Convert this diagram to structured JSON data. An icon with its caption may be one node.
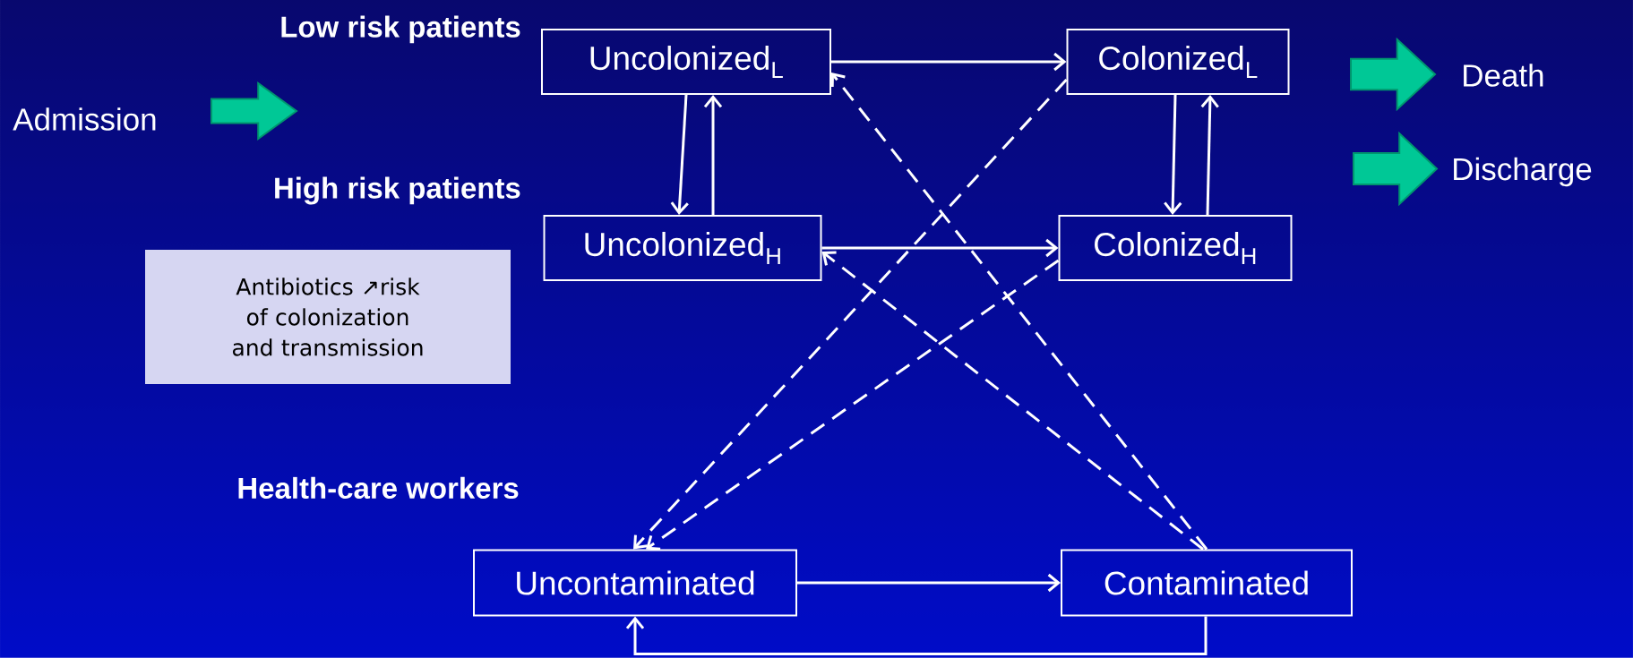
{
  "diagram": {
    "nodes": [
      {
        "text": [
          "Uncolonized$_{L}$"
        ]
      },
      {
        "text": [
          "Colonized$_{L}$"
        ]
      },
      {
        "text": [
          "Uncolonized$_{H}$"
        ]
      },
      {
        "text": [
          "Colonized$_{H}$"
        ]
      },
      {
        "text": [
          "Uncontaminated"
        ]
      },
      {
        "text": [
          "Contaminated"
        ]
      },
      {
        "text": [
          "Antibiotics ↗risk of colonization and transmission"
        ]
      }
    ],
    "edges": [
      {
        "from": 0,
        "to": 1,
        "arrow": "to"
      },
      {
        "from": 0,
        "to": 2,
        "arrow": "to"
      },
      {
        "from": 2,
        "to": 0,
        "arrow": "to"
      },
      {
        "from": 1,
        "to": 3,
        "arrow": "to"
      },
      {
        "from": 3,
        "to": 1,
        "arrow": "to"
      },
      {
        "from": 2,
        "to": 3,
        "arrow": "to"
      },
      {
        "from": 4,
        "to": 5,
        "arrow": "to"
      },
      {
        "from": 5,
        "to": 4,
        "arrow": "to"
      },
      {
        "from": 5,
        "to": 0,
        "arrow": "to",
        "style": "dashed"
      },
      {
        "from": 5,
        "to": 2,
        "arrow": "to",
        "style": "dashed"
      },
      {
        "from": 1,
        "to": 4,
        "arrow": "to",
        "style": "dashed"
      },
      {
        "from": 3,
        "to": 4,
        "arrow": "to",
        "style": "dashed"
      }
    ],
    "labels": [
      "Low risk patients",
      "High risk patients",
      "Health-care workers",
      "Admission",
      "Death",
      "Discharge"
    ]
  }
}
